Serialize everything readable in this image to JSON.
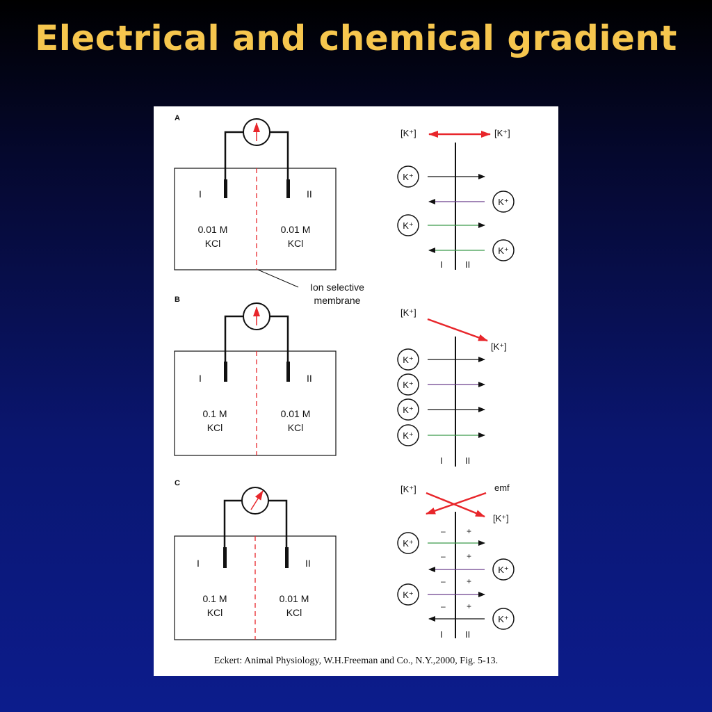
{
  "slide": {
    "title": "Electrical and chemical gradient"
  },
  "figure": {
    "caption": "Eckert: Animal Physiology, W.H.Freeman and Co., N.Y.,2000, Fig. 5-13.",
    "membrane_label_line1": "Ion selective",
    "membrane_label_line2": "membrane",
    "ion_label": "K⁺",
    "conc_label": "[K⁺]",
    "emf_label": "emf",
    "side_left": "I",
    "side_right": "II",
    "minus": "–",
    "plus": "+",
    "panels": [
      {
        "letter": "A",
        "left_conc": "0.01 M",
        "left_salt": "KCl",
        "right_conc": "0.01 M",
        "right_salt": "KCl"
      },
      {
        "letter": "B",
        "left_conc": "0.1 M",
        "left_salt": "KCl",
        "right_conc": "0.01 M",
        "right_salt": "KCl"
      },
      {
        "letter": "C",
        "left_conc": "0.1 M",
        "left_salt": "KCl",
        "right_conc": "0.01 M",
        "right_salt": "KCl"
      }
    ],
    "colors": {
      "red": "#e8262b",
      "green": "#3a9a4a",
      "purple": "#6a3d8c",
      "black": "#111111",
      "title": "#f6c64e"
    }
  }
}
